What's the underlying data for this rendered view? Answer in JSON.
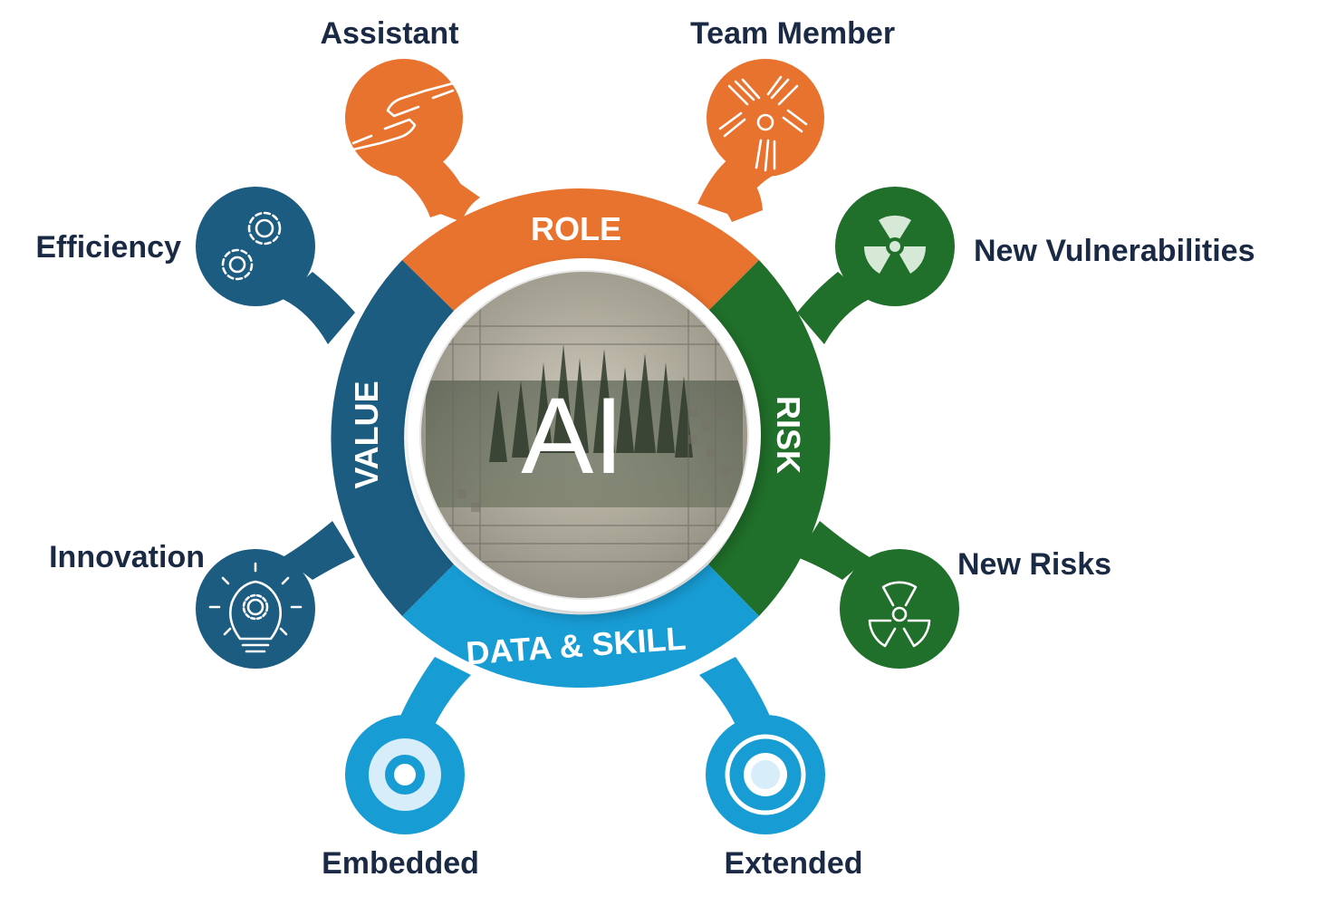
{
  "center": {
    "label": "AI"
  },
  "segments": {
    "role": {
      "label": "ROLE",
      "color": "#E8732F"
    },
    "risk": {
      "label": "RISK",
      "color": "#206F2A"
    },
    "data_skill": {
      "label": "DATA & SKILL",
      "color": "#189CD4"
    },
    "value": {
      "label": "VALUE",
      "color": "#1B5C80"
    }
  },
  "outcomes": {
    "assistant": {
      "label": "Assistant",
      "icon": "helping-hands-icon"
    },
    "team_member": {
      "label": "Team Member",
      "icon": "team-hands-icon"
    },
    "new_vulnerabilities": {
      "label": "New Vulnerabilities",
      "icon": "radiation-filled-icon"
    },
    "new_risks": {
      "label": "New Risks",
      "icon": "radiation-outline-icon"
    },
    "embedded": {
      "label": "Embedded",
      "icon": "embedded-ring-icon"
    },
    "extended": {
      "label": "Extended",
      "icon": "extended-ring-icon"
    },
    "innovation": {
      "label": "Innovation",
      "icon": "lightbulb-gear-icon"
    },
    "efficiency": {
      "label": "Efficiency",
      "icon": "gears-icon"
    }
  }
}
